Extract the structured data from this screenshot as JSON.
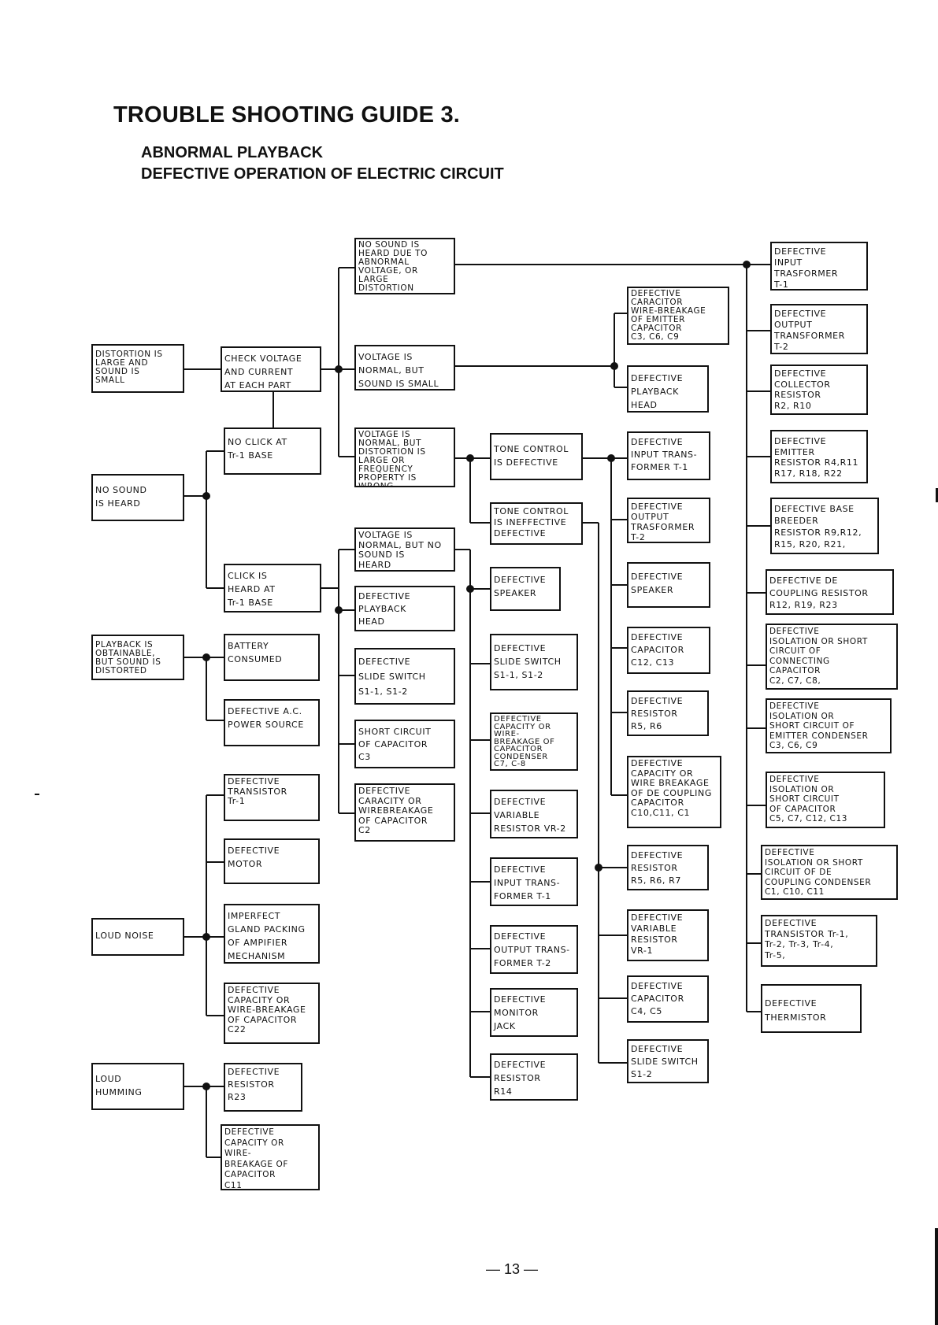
{
  "title": "TROUBLE SHOOTING GUIDE 3.",
  "subtitle_1": "ABNORMAL PLAYBACK",
  "subtitle_2": "DEFECTIVE OPERATION OF ELECTRIC CIRCUIT",
  "page_number": "— 13 —",
  "boxes": {
    "distortion_large": "DISTORTION IS\nLARGE AND\nSOUND IS\nSMALL",
    "check_voltage": "CHECK VOLTAGE\nAND CURRENT\nAT EACH PART",
    "no_sound_abnormal_voltage": "NO SOUND IS\nHEARD DUE TO\nABNORMAL\nVOLTAGE, OR\nLARGE\nDISTORTION",
    "voltage_normal_sound_small": "VOLTAGE IS\nNORMAL, BUT\nSOUND IS SMALL",
    "voltage_normal_distortion": "VOLTAGE IS\nNORMAL, BUT\nDISTORTION IS\nLARGE OR\nFREQUENCY\nPROPERTY IS\nWRONG",
    "tone_control_defective": "TONE CONTROL\nIS DEFECTIVE",
    "tone_control_ineffective": "TONE CONTROL\nIS INEFFECTIVE\nDEFECTIVE",
    "no_sound_heard": "NO SOUND\nIS HEARD",
    "no_click_tr1": "NO CLICK AT\nTr-1 BASE",
    "click_heard_tr1": "CLICK IS\nHEARD AT\nTr-1 BASE",
    "voltage_normal_no_sound": "VOLTAGE IS\nNORMAL, BUT NO\nSOUND IS\nHEARD",
    "def_playback_head_mid": "DEFECTIVE\nPLAYBACK\nHEAD",
    "def_slide_switch_mid": "DEFECTIVE\nSLIDE SWITCH\nS1-1, S1-2",
    "short_circuit_c3": "SHORT CIRCUIT\nOF CAPACITOR\nC3",
    "def_capacity_c2": "DEFECTIVE\nCARACITY OR\nWIREBREAKAGE\nOF CAPACITOR\nC2",
    "playback_distorted": "PLAYBACK IS\nOBTAINABLE,\nBUT SOUND IS\nDISTORTED",
    "battery_consumed": "BATTERY\nCONSUMED",
    "def_ac_power": "DEFECTIVE A.C.\nPOWER SOURCE",
    "loud_noise": "LOUD NOISE",
    "def_transistor_tr1": "DEFECTIVE\nTRANSISTOR\nTr-1",
    "def_motor": "DEFECTIVE\nMOTOR",
    "imperfect_gland": "IMPERFECT\nGLAND PACKING\nOF AMPIFIER\nMECHANISM",
    "def_capacity_c22": "DEFECTIVE\nCAPACITY OR\nWIRE-BREAKAGE\nOF CAPACITOR\nC22",
    "loud_humming": "LOUD\nHUMMING",
    "def_resistor_r23": "DEFECTIVE\nRESISTOR\nR23",
    "def_capacity_c11": "DEFECTIVE\nCAPACITY OR\nWIRE-\nBREAKAGE OF\nCAPACITOR\nC11",
    "def_speaker_c3": "DEFECTIVE\nSPEAKER",
    "def_slide_switch_c3": "DEFECTIVE\nSLIDE SWITCH\nS1-1, S1-2",
    "def_capacity_c7c8": "DEFECTIVE\nCAPACITY OR\nWIRE-\nBREAKAGE OF\nCAPACITOR\nCONDENSER\nC7, C-8",
    "def_variable_vr2": "DEFECTIVE\nVARIABLE\nRESISTOR VR-2",
    "def_input_trans_c3": "DEFECTIVE\nINPUT TRANS-\nFORMER T-1",
    "def_output_trans_c3": "DEFECTIVE\nOUTPUT TRANS-\nFORMER T-2",
    "def_monitor_jack": "DEFECTIVE\nMONITOR\nJACK",
    "def_resistor_r14": "DEFECTIVE\nRESISTOR\nR14",
    "def_caracitor_c3c6c9": "DEFECTIVE\nCARACITOR\nWIRE-BREAKAGE\nOF EMITTER\nCAPACITOR\nC3, C6, C9",
    "def_playback_head_c4": "DEFECTIVE\nPLAYBACK\nHEAD",
    "def_input_trans_c4": "DEFECTIVE\nINPUT TRANS-\nFORMER T-1",
    "def_output_trasformer_c4": "DEFECTIVE\nOUTPUT\nTRASFORMER\nT-2",
    "def_speaker_c4": "DEFECTIVE\nSPEAKER",
    "def_capacitor_c12c13": "DEFECTIVE\nCAPACITOR\nC12, C13",
    "def_resistor_r5r6": "DEFECTIVE\nRESISTOR\nR5, R6",
    "def_capacity_decoupling": "DEFECTIVE\nCAPACITY OR\nWIRE BREAKAGE\nOF DE COUPLING\nCAPACITOR\nC10,C11, C1",
    "def_resistor_r5r6r7": "DEFECTIVE\nRESISTOR\nR5, R6, R7",
    "def_variable_vr1": "DEFECTIVE\nVARIABLE\nRESISTOR\nVR-1",
    "def_capacitor_c4c5": "DEFECTIVE\nCAPACITOR\nC4, C5",
    "def_slide_switch_s12": "DEFECTIVE\nSLIDE SWITCH\nS1-2",
    "def_input_trasformer_c5": "DEFECTIVE\nINPUT\nTRASFORMER\nT-1",
    "def_output_transformer_c5": "DEFECTIVE\nOUTPUT\nTRANSFORMER\nT-2",
    "def_collector_resistor": "DEFECTIVE\nCOLLECTOR\nRESISTOR\nR2, R10",
    "def_emitter_resistor": "DEFECTIVE\nEMITTER\nRESISTOR R4,R11\nR17, R18, R22",
    "def_base_breeder": "DEFECTIVE BASE\nBREEDER\nRESISTOR R9,R12,\nR15, R20, R21,",
    "def_decoupling_resistor": "DEFECTIVE DE\nCOUPLING RESISTOR\nR12, R19, R23",
    "def_isolation_c2c7c8": "DEFECTIVE\nISOLATION OR SHORT\nCIRCUIT OF\nCONNECTING\nCAPACITOR\nC2, C7, C8,",
    "def_isolation_emitter": "DEFECTIVE\nISOLATION OR\nSHORT CIRCUIT OF\nEMITTER CONDENSER\nC3, C6, C9",
    "def_isolation_c5c7": "DEFECTIVE\nISOLATION OR\nSHORT CIRCUIT\nOF CAPACITOR\nC5, C7, C12, C13",
    "def_isolation_decoupling": "DEFECTIVE\nISOLATION OR SHORT\nCIRCUIT OF DE\nCOUPLING CONDENSER\nC1, C10, C11",
    "def_transistors": "DEFECTIVE\nTRANSISTOR Tr-1,\nTr-2, Tr-3, Tr-4,\nTr-5,",
    "def_thermistor": "DEFECTIVE\nTHERMISTOR"
  }
}
